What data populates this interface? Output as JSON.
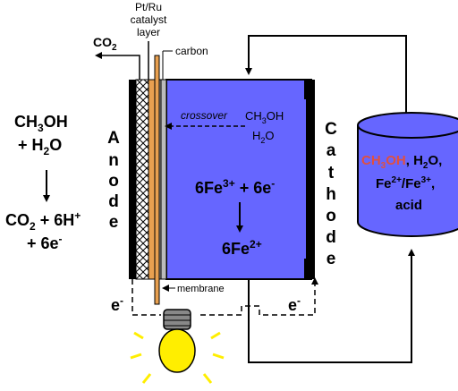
{
  "labels": {
    "co2_out": "CO",
    "co2_out_sub": "2",
    "catalyst": [
      "Pt/Ru",
      "catalyst",
      "layer"
    ],
    "carbon": "carbon",
    "membrane": "membrane",
    "crossover": "crossover",
    "crossover_ch3oh": "CH",
    "crossover_ch3oh_sub": "3",
    "crossover_ch3oh_end": "OH",
    "crossover_h2o": "H",
    "crossover_h2o_sub": "2",
    "crossover_h2o_end": "O",
    "anode_letters": [
      "A",
      "n",
      "o",
      "d",
      "e"
    ],
    "cathode_letters": [
      "C",
      "a",
      "t",
      "h",
      "o",
      "d",
      "e"
    ],
    "electron_left": "e",
    "electron_right": "e",
    "electron_sup": "-"
  },
  "anode_reaction": {
    "line1_a": "CH",
    "line1_sub": "3",
    "line1_b": "OH",
    "line2_a": "+ H",
    "line2_sub": "2",
    "line2_b": "O",
    "line3_a": "CO",
    "line3_sub": "2",
    "line3_b": " + 6H",
    "line3_sup": "+",
    "line4_a": "+ 6e",
    "line4_sup": "-"
  },
  "cathode_reaction": {
    "line1_a": "6Fe",
    "line1_sup": "3+",
    "line1_b": " + 6e",
    "line1_sup2": "-",
    "line2_a": "6Fe",
    "line2_sup": "2+"
  },
  "tank": {
    "ch3oh_a": "CH",
    "ch3oh_sub": "3",
    "ch3oh_b": "OH",
    "h2o": ", H",
    "h2o_sub": "2",
    "h2o_end": "O,",
    "fe_a": "Fe",
    "fe_sup": "2+",
    "fe_mid": "/Fe",
    "fe_sup2": "3+",
    "fe_end": ",",
    "acid": "acid"
  },
  "colors": {
    "cell_fill": "#6666ff",
    "catalyst_fill": "#e8a050",
    "ch3oh_highlight": "#e05040",
    "lamp_glass": "#ffee00",
    "lamp_rays": "#ffee00"
  }
}
